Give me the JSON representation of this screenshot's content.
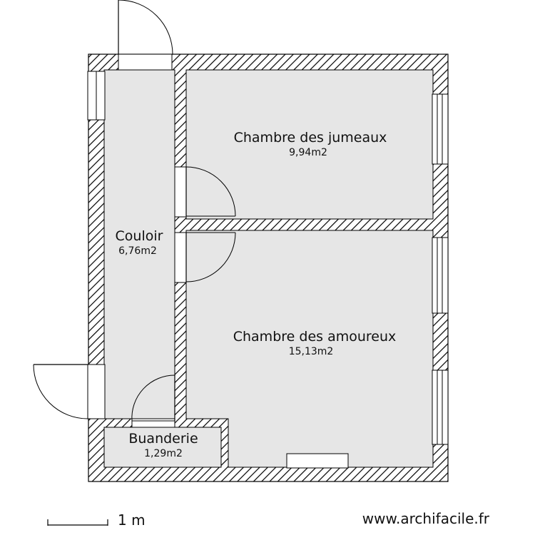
{
  "rooms": [
    {
      "id": "chambre-jumeaux",
      "name": "Chambre des jumeaux",
      "area": "9,94m2"
    },
    {
      "id": "couloir",
      "name": "Couloir",
      "area": "6,76m2"
    },
    {
      "id": "chambre-amoureux",
      "name": "Chambre des amoureux",
      "area": "15,13m2"
    },
    {
      "id": "buanderie",
      "name": "Buanderie",
      "area": "1,29m2"
    }
  ],
  "scale": {
    "label": "1 m"
  },
  "footer": {
    "site": "www.archifacile.fr"
  },
  "colors": {
    "wall_hatch": "#000000",
    "room_fill": "#e6e6e6",
    "background": "#ffffff"
  }
}
